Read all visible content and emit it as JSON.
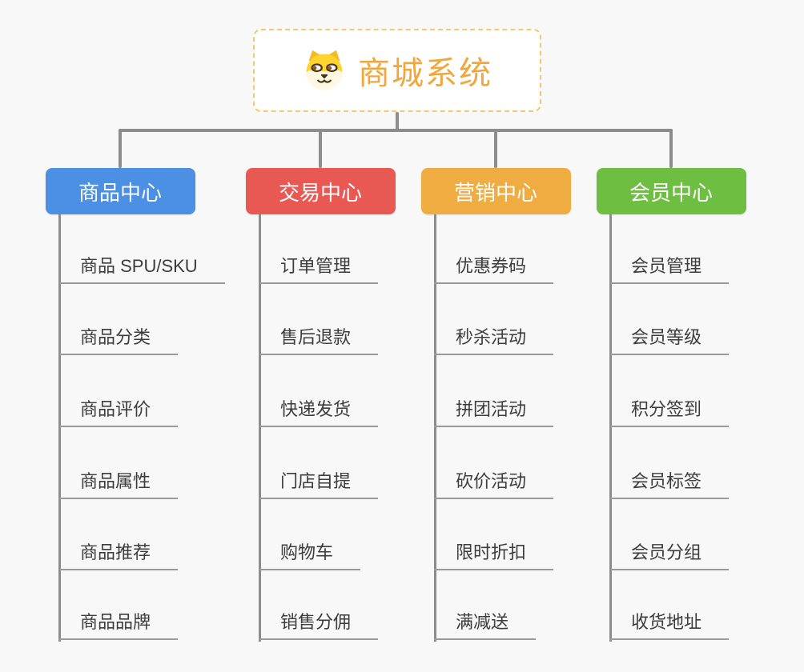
{
  "root": {
    "title": "商城系统",
    "icon": "dog-icon",
    "text_color": "#F0A73B",
    "border_color": "#F5C86F",
    "background": "#FFFFFF"
  },
  "branches": [
    {
      "label": "商品中心",
      "color": "#4B90E2",
      "children": [
        "商品 SPU/SKU",
        "商品分类",
        "商品评价",
        "商品属性",
        "商品推荐",
        "商品品牌"
      ]
    },
    {
      "label": "交易中心",
      "color": "#E85954",
      "children": [
        "订单管理",
        "售后退款",
        "快递发货",
        "门店自提",
        "购物车",
        "销售分佣"
      ]
    },
    {
      "label": "营销中心",
      "color": "#EFAC41",
      "children": [
        "优惠券码",
        "秒杀活动",
        "拼团活动",
        "砍价活动",
        "限时折扣",
        "满减送"
      ]
    },
    {
      "label": "会员中心",
      "color": "#6EBE41",
      "children": [
        "会员管理",
        "会员等级",
        "积分签到",
        "会员标签",
        "会员分组",
        "收货地址"
      ]
    }
  ],
  "colors": {
    "connector": "#8C8C8C",
    "leaf_underline": "#999999",
    "leaf_text": "#3C3C3C",
    "background": "#F8F8F8"
  }
}
